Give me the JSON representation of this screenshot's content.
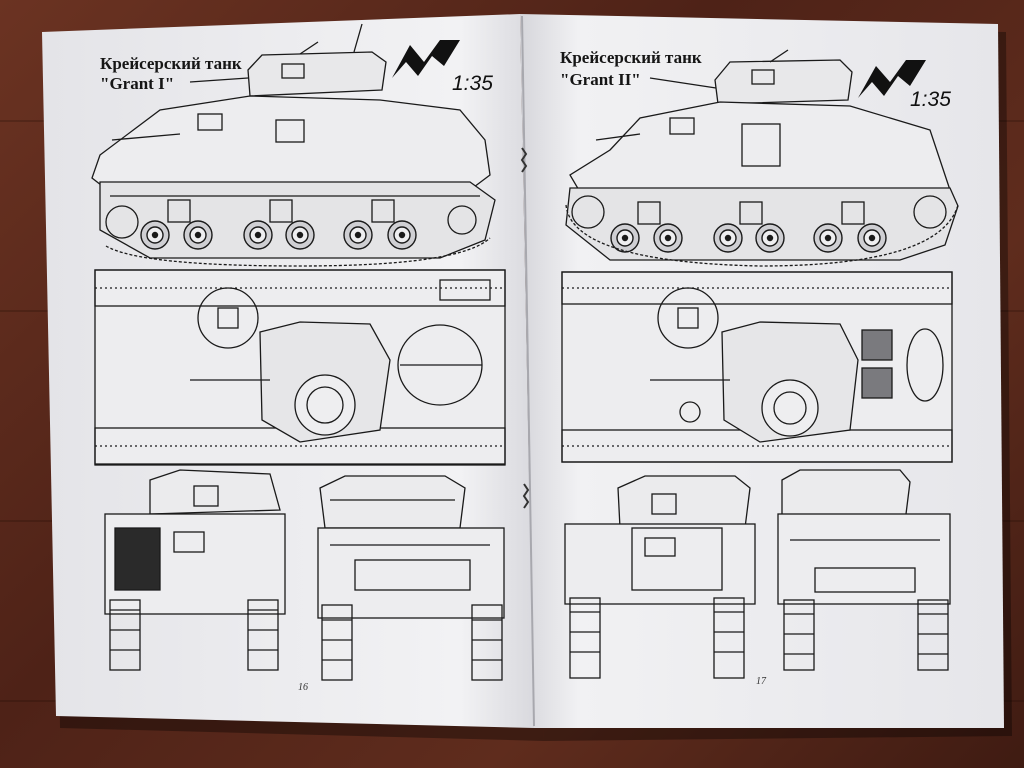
{
  "left_page": {
    "title_line1": "Крейсерский танк",
    "title_line2": "\"Grant I\"",
    "scale": "1:35",
    "page_number": "16"
  },
  "right_page": {
    "title_line1": "Крейсерский танк",
    "title_line2": "\"Grant II\"",
    "scale": "1:35",
    "page_number": "17"
  },
  "colors": {
    "paper": "#eeeef0",
    "ink": "#1a1a1a",
    "table_wood": "#5a2a1c"
  }
}
